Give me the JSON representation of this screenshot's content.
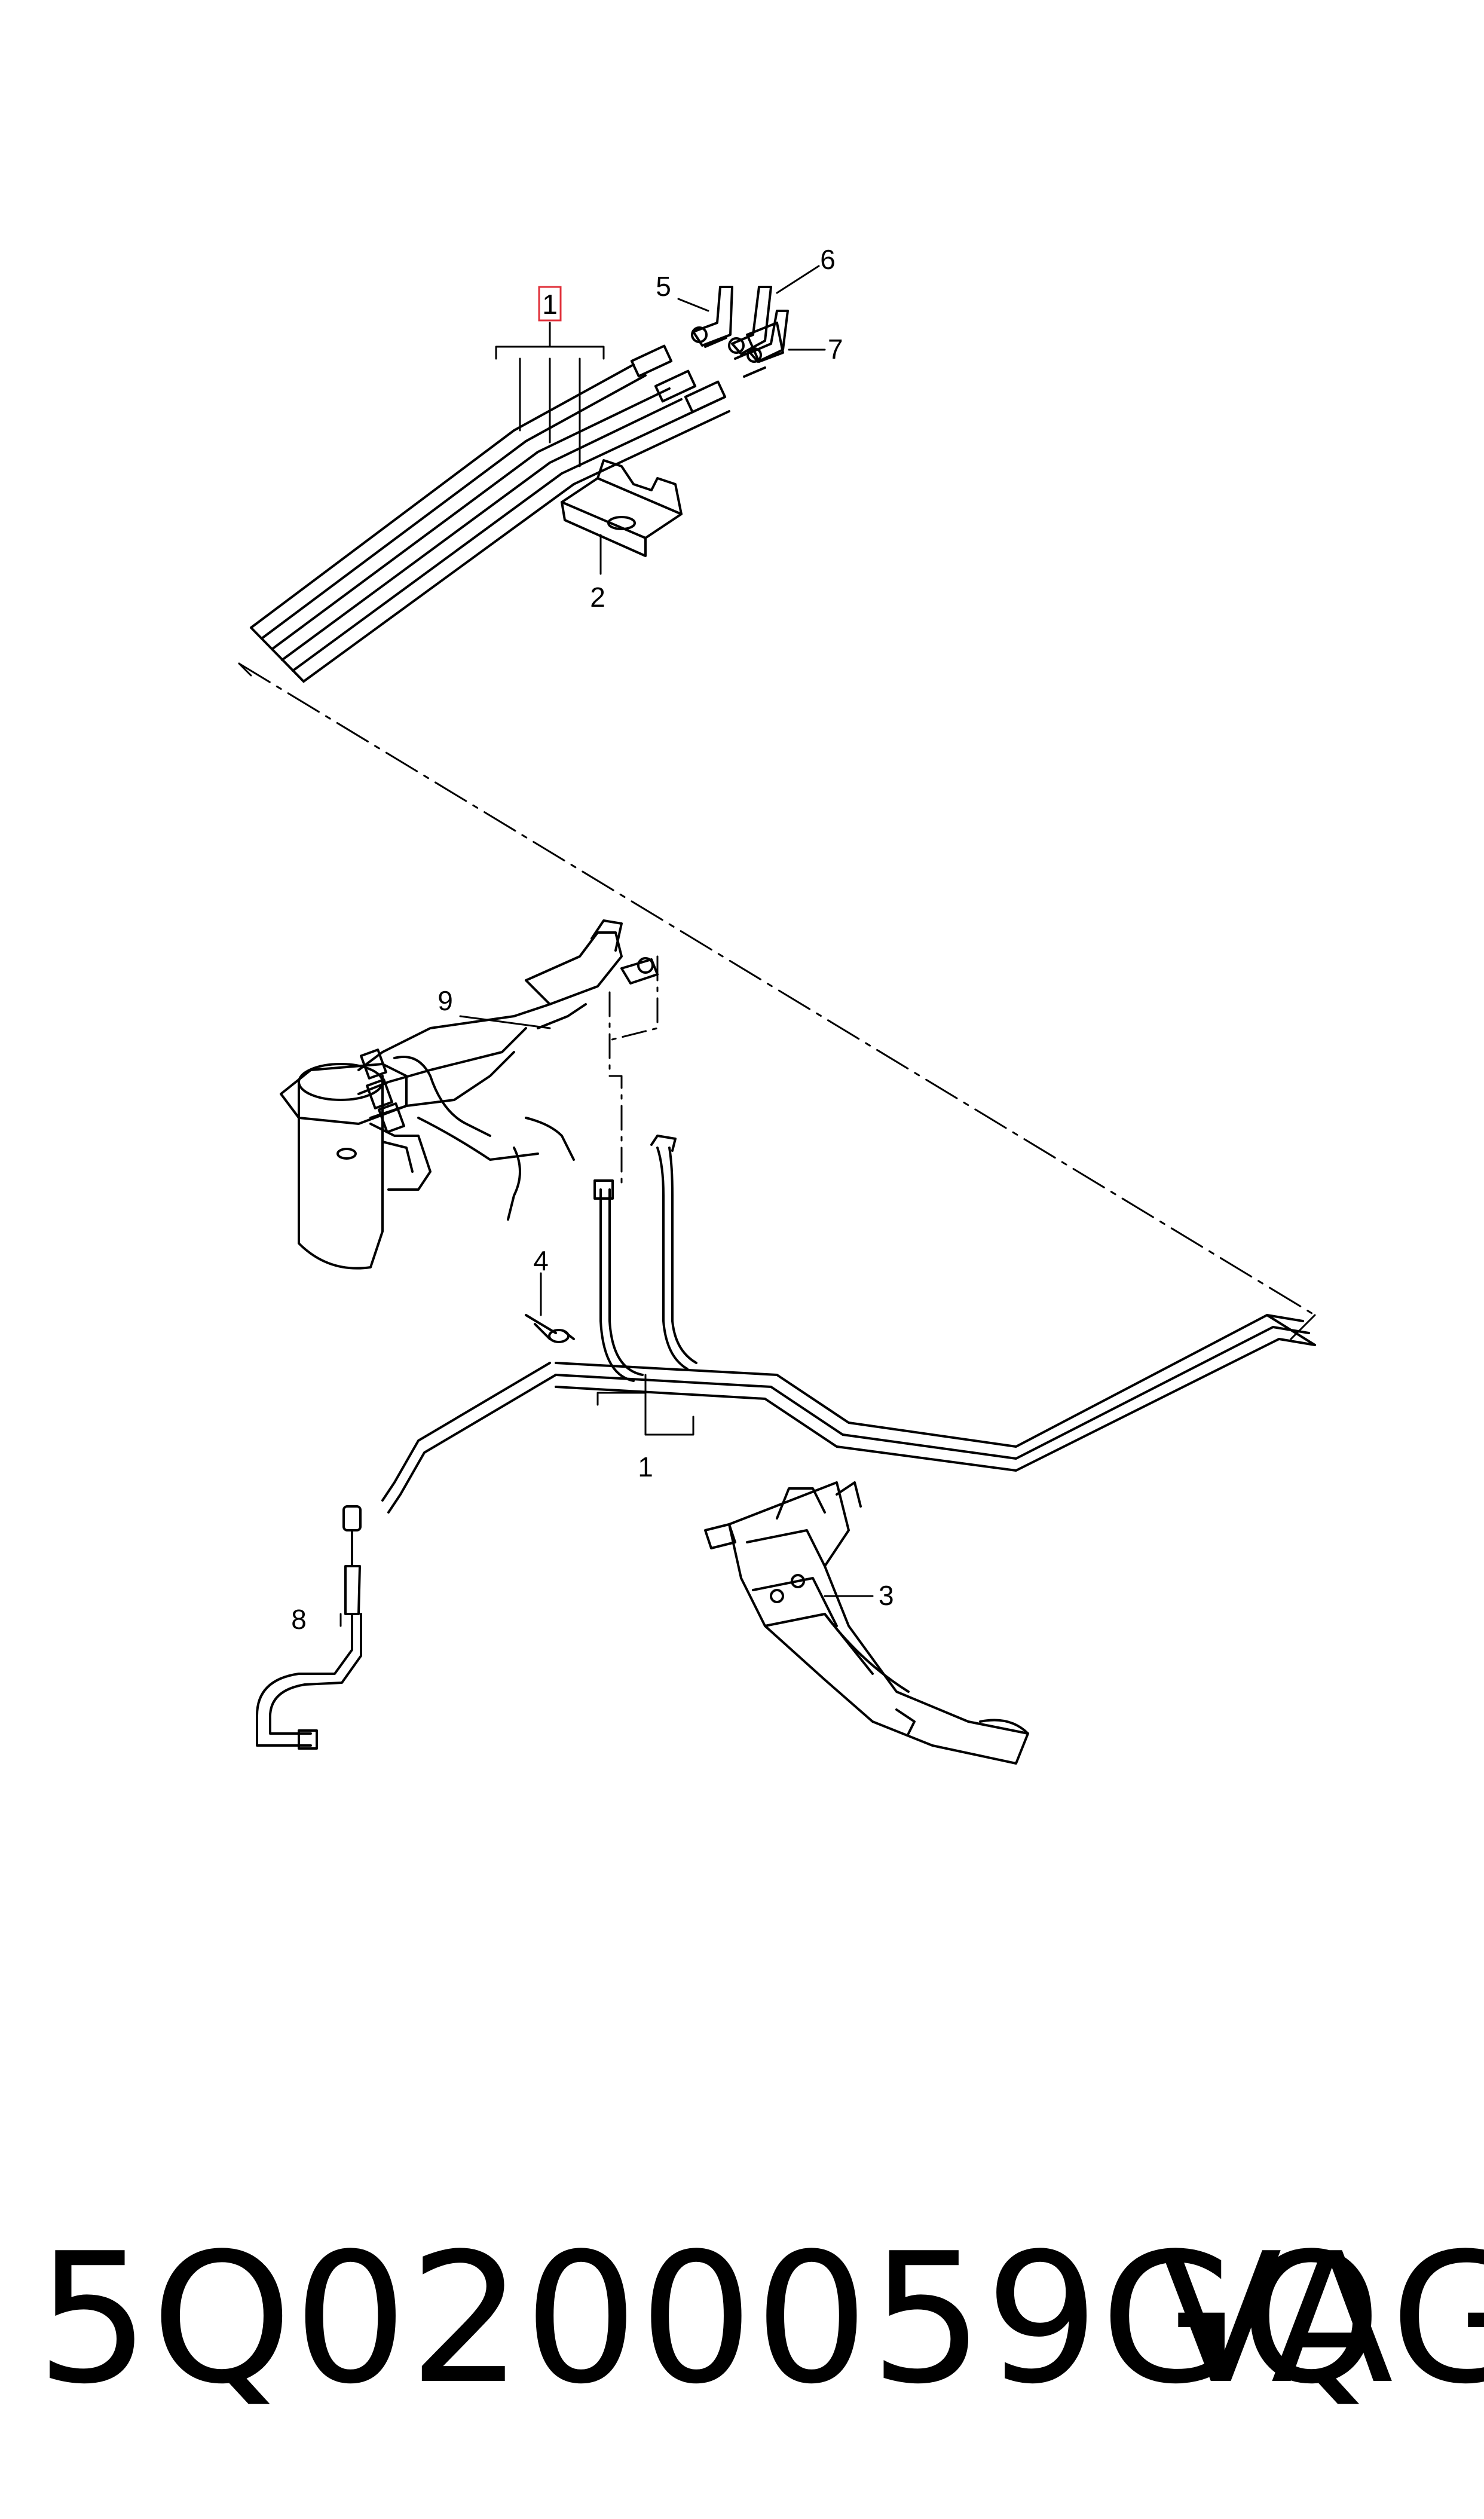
{
  "callouts": {
    "c1_top": "1",
    "c2": "2",
    "c3": "3",
    "c4": "4",
    "c5": "5",
    "c6": "6",
    "c7": "7",
    "c8": "8",
    "c9": "9",
    "c1_bottom": "1"
  },
  "highlight_color": "#e0303a",
  "footer": {
    "part_number": "5Q0200059GQ",
    "brand": "VAG"
  }
}
